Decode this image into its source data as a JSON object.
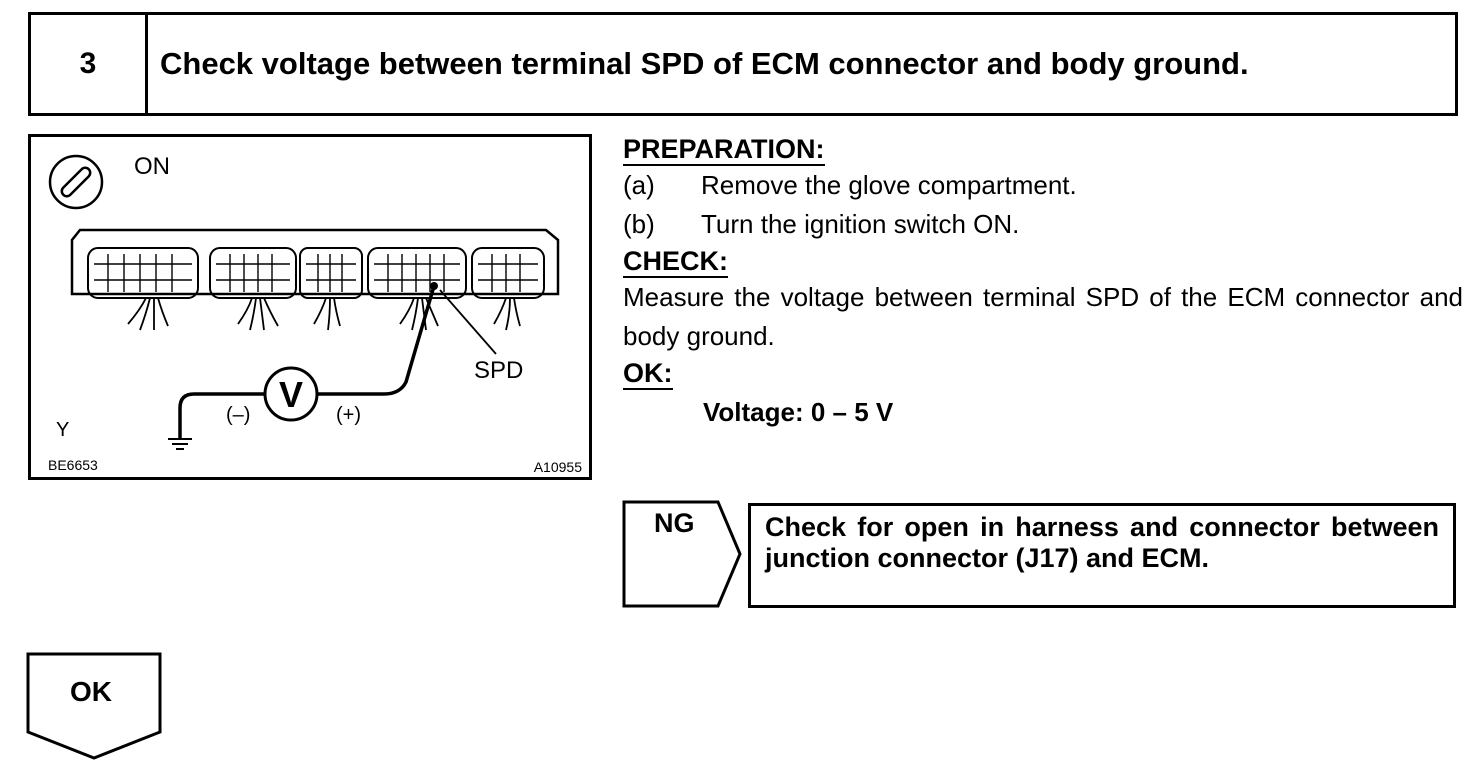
{
  "header": {
    "step_number": "3",
    "title": "Check voltage between terminal SPD of ECM connector and body ground."
  },
  "figure": {
    "ignition_state": "ON",
    "meter_symbol": "V",
    "negative_lead": "(–)",
    "positive_lead": "(+)",
    "terminal_label": "SPD",
    "connector_code": "Y",
    "figure_code_left": "BE6653",
    "figure_code_right": "A10955",
    "icons": [
      "ignition-switch-icon",
      "voltmeter-icon",
      "ground-icon"
    ]
  },
  "instructions": {
    "preparation_heading": "PREPARATION:",
    "steps": [
      {
        "label": "(a)",
        "text": "Remove the glove compartment."
      },
      {
        "label": "(b)",
        "text": "Turn the ignition switch ON."
      }
    ],
    "check_heading": "CHECK:",
    "check_text": "Measure the voltage between terminal SPD of the ECM connector and body ground.",
    "ok_heading": "OK:",
    "ok_spec": "Voltage: 0 – 5 V"
  },
  "ng_branch": {
    "label": "NG",
    "action": "Check for open in harness and connector between junction connector (J17) and ECM."
  },
  "ok_branch": {
    "label": "OK"
  }
}
